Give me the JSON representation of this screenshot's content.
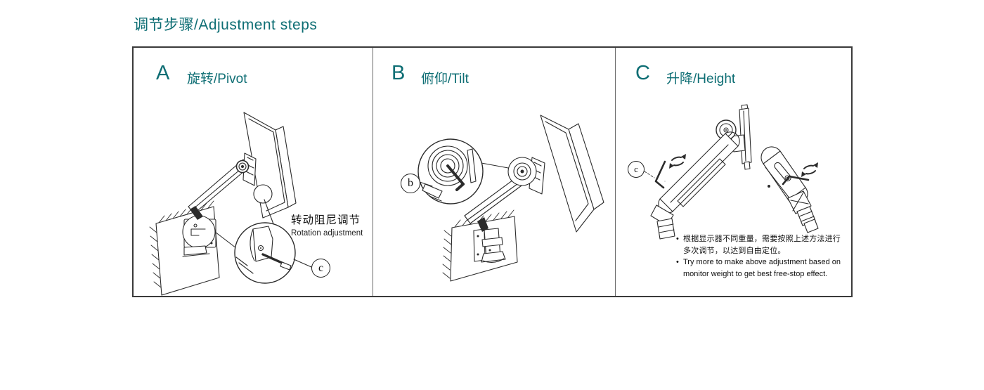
{
  "title": "调节步骤/Adjustment steps",
  "colors": {
    "accent": "#0e6e74"
  },
  "panels": [
    {
      "letter": "A",
      "name": "旋转/Pivot",
      "tool_label": "c",
      "callout": {
        "zh": "转动阻尼调节",
        "en": "Rotation adjustment"
      }
    },
    {
      "letter": "B",
      "name": "俯仰/Tilt",
      "tool_label": "b"
    },
    {
      "letter": "C",
      "name": "升降/Height",
      "tool_label": "c",
      "bullet": "•",
      "notes": [
        {
          "lang": "zh",
          "text": "根据显示器不同重量，需要按照上述方法进行多次调节，以达到自由定位。"
        },
        {
          "lang": "en",
          "text": "Try more to make above adjustment based on monitor weight to get best free-stop effect."
        }
      ]
    }
  ],
  "icons": {
    "rotate_arrows": "rotate-arrows-icon",
    "hex_key": "hex-key-icon",
    "zoom_detail": "detail-magnifier-circle"
  }
}
